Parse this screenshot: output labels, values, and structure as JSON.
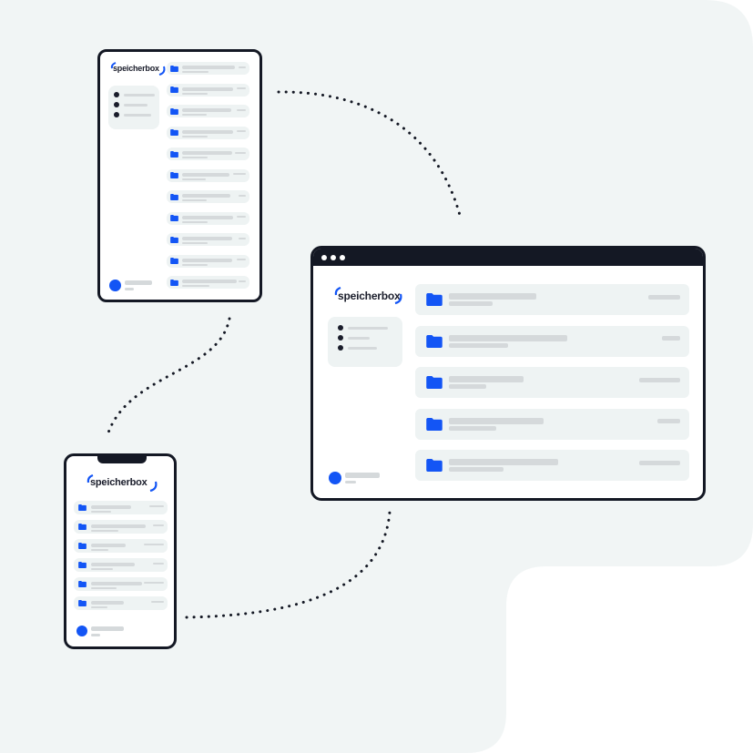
{
  "brand": {
    "name": "speicherbox",
    "accent": "#1355f5",
    "ink": "#141824",
    "background": "#f1f5f5"
  },
  "devices": {
    "tablet": {
      "logo": "speicherbox",
      "file_rows": 11,
      "nav_items": 3
    },
    "desktop": {
      "logo": "speicherbox",
      "file_rows": 5,
      "nav_items": 3,
      "window_dots": 3
    },
    "phone": {
      "logo": "speicherbox",
      "file_rows": 6
    }
  },
  "icons": [
    "folder-icon",
    "avatar-icon",
    "window-control-dot",
    "logo-arc"
  ]
}
